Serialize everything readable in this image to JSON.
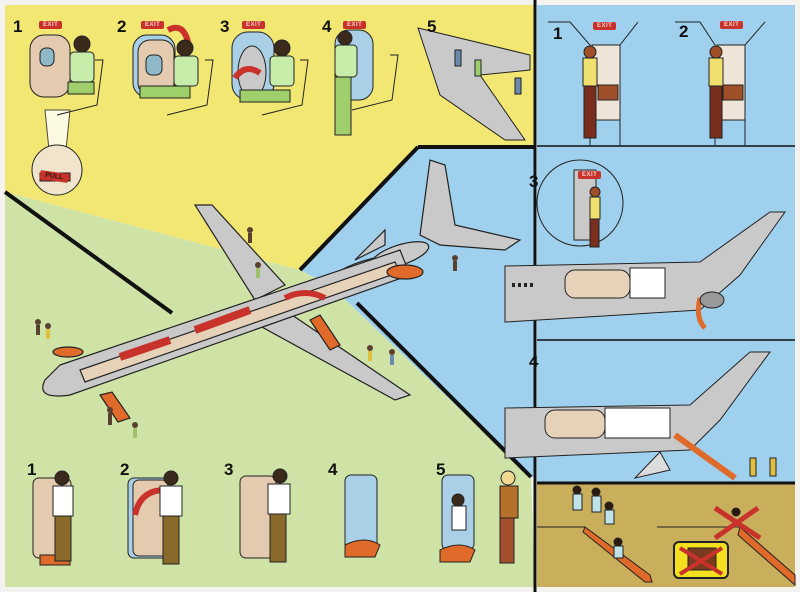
{
  "card": {
    "colors": {
      "yellow_panel": "#f3e774",
      "green_panel": "#cfe3a6",
      "blue_panel": "#9fd0ee",
      "tan_panel": "#c9ae5c",
      "fuselage": "#c9c9c9",
      "arrow_red": "#c8322a",
      "slide_orange": "#e06a2a"
    },
    "overwing_exit": {
      "steps": [
        "1",
        "2",
        "3",
        "4",
        "5"
      ],
      "exit_sign": "EXIT",
      "handle_label": "PULL"
    },
    "door_exit": {
      "steps": [
        "1",
        "2",
        "3",
        "4",
        "5"
      ]
    },
    "tailcone_exit": {
      "steps": [
        "1",
        "2",
        "3",
        "4"
      ],
      "exit_sign": "EXIT"
    },
    "slide_panel": {
      "icons": [
        "jump-onto-slide",
        "no-sitting-at-top-prohibited-icon",
        "no-baggage-prohibited-icon"
      ]
    }
  }
}
